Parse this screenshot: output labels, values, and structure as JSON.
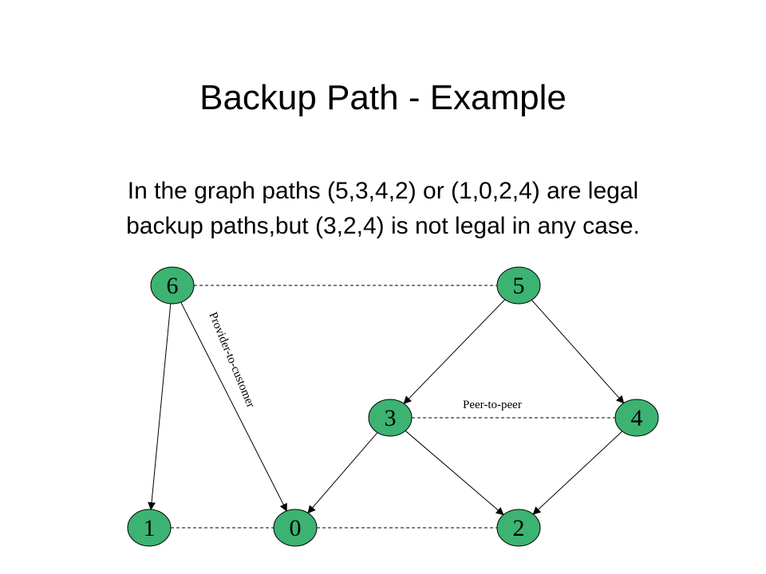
{
  "slide": {
    "title": "Backup Path - Example",
    "body_lines": [
      "In the graph paths (5,3,4,2) or (1,0,2,4) are legal",
      "backup paths,but (3,2,4) is not legal in any case."
    ]
  },
  "graph": {
    "node_color": "#3cb371",
    "nodes": [
      "6",
      "5",
      "3",
      "4",
      "1",
      "0",
      "2"
    ],
    "edges": [
      {
        "from": "5",
        "to": "3",
        "style": "arrow"
      },
      {
        "from": "5",
        "to": "4",
        "style": "arrow"
      },
      {
        "from": "3",
        "to": "0",
        "style": "arrow"
      },
      {
        "from": "3",
        "to": "2",
        "style": "arrow"
      },
      {
        "from": "4",
        "to": "2",
        "style": "arrow"
      },
      {
        "from": "6",
        "to": "1",
        "style": "arrow"
      },
      {
        "from": "6",
        "to": "0",
        "style": "arrow"
      },
      {
        "from": "6",
        "to": "5",
        "style": "dashed"
      },
      {
        "from": "3",
        "to": "4",
        "style": "dashed"
      },
      {
        "from": "1",
        "to": "0",
        "style": "dashed"
      },
      {
        "from": "0",
        "to": "2",
        "style": "dashed"
      }
    ],
    "edge_labels": {
      "provider_to_customer": "Provider-to-customer",
      "peer_to_peer": "Peer-to-peer"
    }
  }
}
